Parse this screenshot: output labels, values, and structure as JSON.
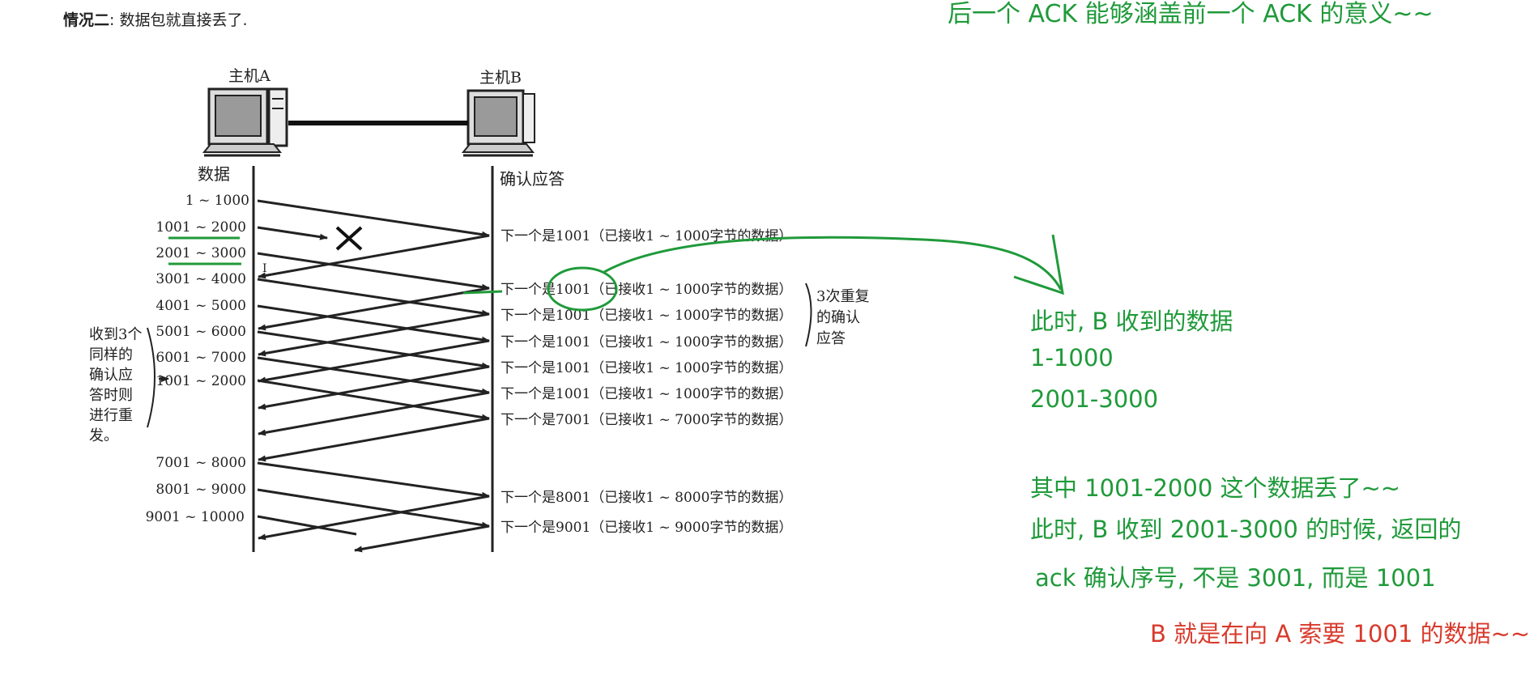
{
  "caption": {
    "bold": "情况二",
    "rest": ": 数据包就直接丢了."
  },
  "annotations": {
    "top_note": "后一个 ACK 能够涵盖前一个 ACK 的意义~~",
    "received_title": "此时, B 收到的数据",
    "received_1": "1-1000",
    "received_2": "2001-3000",
    "lost_note": "其中 1001-2000 这个数据丢了~~",
    "return_note": "此时, B 收到 2001-3000 的时候, 返回的",
    "ack_note": "ack 确认序号, 不是 3001, 而是 1001",
    "conclusion": "B 就是在向 A 索要 1001 的数据~~"
  },
  "diagram": {
    "host_a": "主机A",
    "host_b": "主机B",
    "col_a": "数据",
    "col_b": "确认应答",
    "sends": [
      "1 ~ 1000",
      "1001 ~ 2000",
      "2001 ~ 3000",
      "3001 ~ 4000",
      "4001 ~ 5000",
      "5001 ~ 6000",
      "6001 ~ 7000",
      "1001 ~ 2000",
      "7001 ~ 8000",
      "8001 ~ 9000",
      "9001 ~ 10000"
    ],
    "acks": [
      "下一个是1001（已接收1 ~ 1000字节的数据）",
      "下一个是1001（已接收1 ~ 1000字节的数据）",
      "下一个是1001（已接收1 ~ 1000字节的数据）",
      "下一个是1001（已接收1 ~ 1000字节的数据）",
      "下一个是1001（已接收1 ~ 1000字节的数据）",
      "下一个是1001（已接收1 ~ 1000字节的数据）",
      "下一个是7001（已接收1 ~ 7000字节的数据）",
      "下一个是8001（已接收1 ~ 8000字节的数据）",
      "下一个是9001（已接收1 ~ 9000字节的数据）"
    ],
    "dup_label": [
      "3次重复",
      "的确认",
      "应答"
    ],
    "retransmit_label": [
      "收到3个",
      "同样的",
      "确认应",
      "答时则",
      "进行重",
      "发。"
    ]
  },
  "colors": {
    "handwriting_green": "#1f9a3a",
    "highlight_red": "#d83a2c",
    "diagram_ink": "#222222"
  },
  "icons": [
    "computer-icon",
    "lost-packet-x-icon"
  ]
}
